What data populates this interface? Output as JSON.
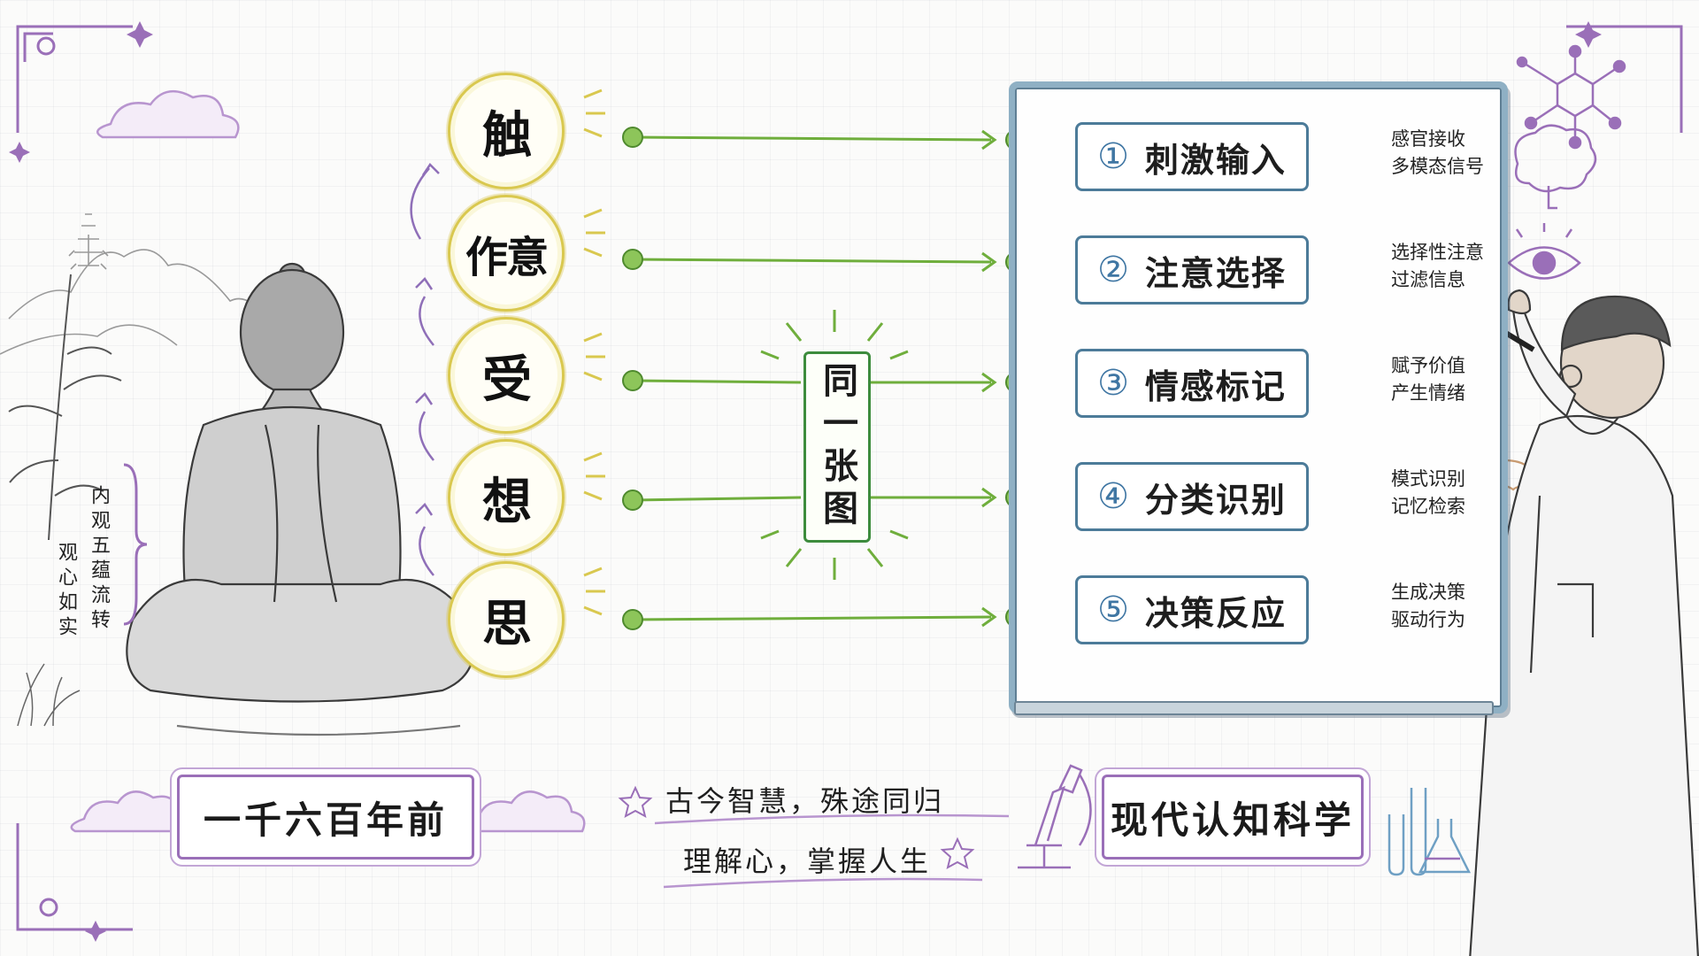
{
  "left_concepts": [
    {
      "label": "触"
    },
    {
      "label": "作意"
    },
    {
      "label": "受"
    },
    {
      "label": "想"
    },
    {
      "label": "思"
    }
  ],
  "center_label": "同一张图",
  "steps": [
    {
      "num": "①",
      "label": "刺激输入"
    },
    {
      "num": "②",
      "label": "注意选择"
    },
    {
      "num": "③",
      "label": "情感标记"
    },
    {
      "num": "④",
      "label": "分类识别"
    },
    {
      "num": "⑤",
      "label": "决策反应"
    }
  ],
  "notes": [
    {
      "line1": "感官接收",
      "line2": "多模态信号",
      "icon": "brain-icon"
    },
    {
      "line1": "选择性注意",
      "line2": "过滤信息",
      "icon": "eye-icon"
    },
    {
      "line1": "赋予价值",
      "line2": "产生情绪",
      "icon": "heart-icon"
    },
    {
      "line1": "模式识别",
      "line2": "记忆检索",
      "icon": "head-brain-icon"
    },
    {
      "line1": "生成决策",
      "line2": "驱动行为",
      "icon": "pointing-hand-icon"
    }
  ],
  "side_text": {
    "col1": "内观五蕴流转",
    "col2": "观心如实"
  },
  "bottom": {
    "left_label": "一千六百年前",
    "motto_line1": "古今智慧，殊途同归",
    "motto_line2": "理解心，掌握人生",
    "right_label": "现代认知科学"
  },
  "colors": {
    "concept_border": "#d9c84f",
    "connector": "#6fae3c",
    "flow_box": "#4c7b99",
    "note_arrow": "#9a6fb8",
    "accent_purple": "#9a6fb8"
  }
}
